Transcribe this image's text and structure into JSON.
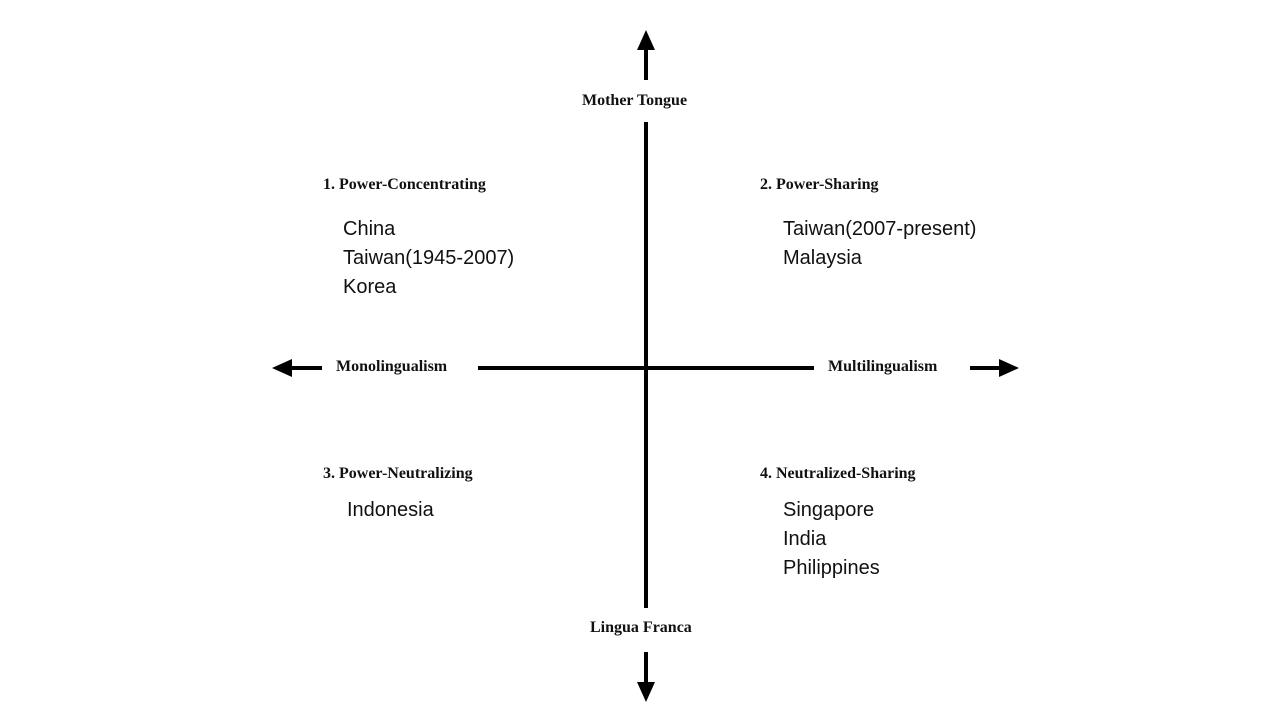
{
  "axes": {
    "top": "Mother Tongue",
    "bottom": "Lingua Franca",
    "left": "Monolingualism",
    "right": "Multilingualism"
  },
  "quadrants": [
    {
      "title": "1. Power-Concentrating",
      "items": [
        "China",
        "Taiwan(1945-2007)",
        "Korea"
      ]
    },
    {
      "title": "2. Power-Sharing",
      "items": [
        "Taiwan(2007-present)",
        "Malaysia"
      ]
    },
    {
      "title": "3. Power-Neutralizing",
      "items": [
        "Indonesia"
      ]
    },
    {
      "title": "4. Neutralized-Sharing",
      "items": [
        "Singapore",
        "India",
        "Philippines"
      ]
    }
  ],
  "colors": {
    "line": "#000000",
    "text": "#111111"
  }
}
